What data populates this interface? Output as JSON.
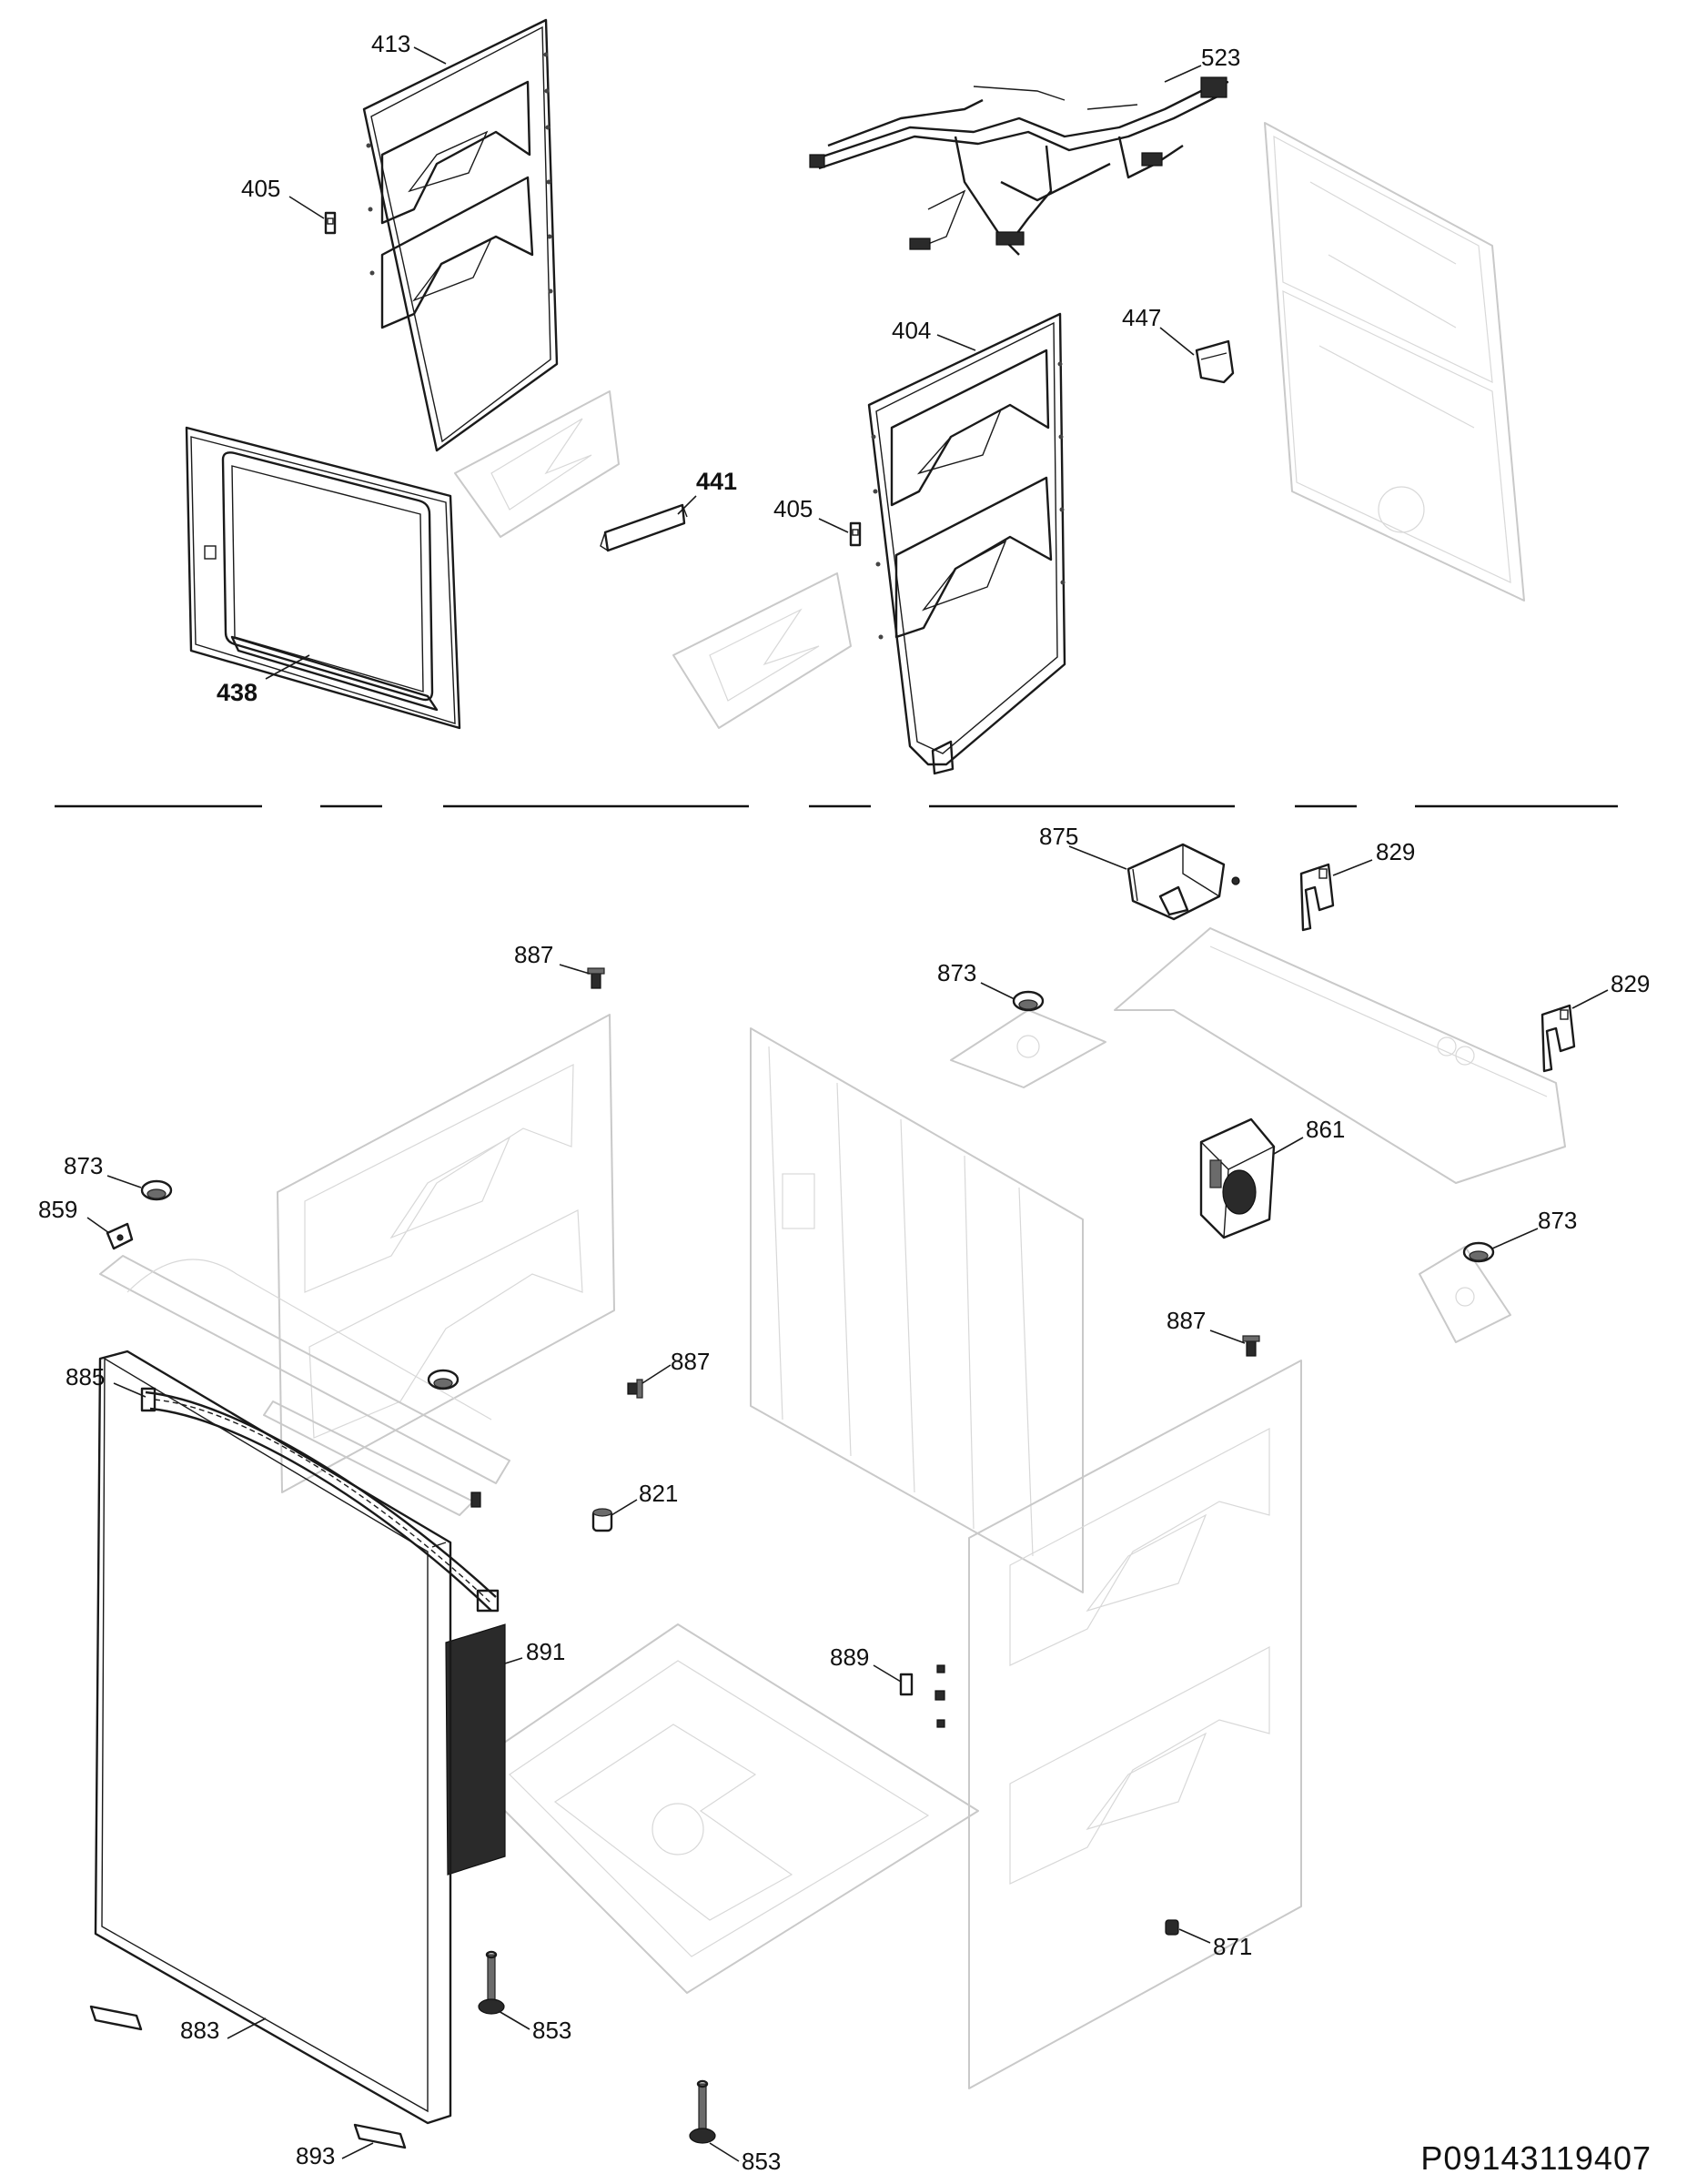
{
  "document_code": "P09143119407",
  "callouts": {
    "c413": "413",
    "c405a": "405",
    "c438": "438",
    "c441": "441",
    "c523": "523",
    "c404": "404",
    "c405b": "405",
    "c447": "447",
    "c875": "875",
    "c829a": "829",
    "c829b": "829",
    "c887a": "887",
    "c873a": "873",
    "c873b": "873",
    "c859": "859",
    "c861": "861",
    "c873c": "873",
    "c887b": "887",
    "c887c": "887",
    "c885": "885",
    "c821": "821",
    "c891": "891",
    "c889": "889",
    "c883": "883",
    "c853a": "853",
    "c871": "871",
    "c893": "893",
    "c853b": "853"
  }
}
